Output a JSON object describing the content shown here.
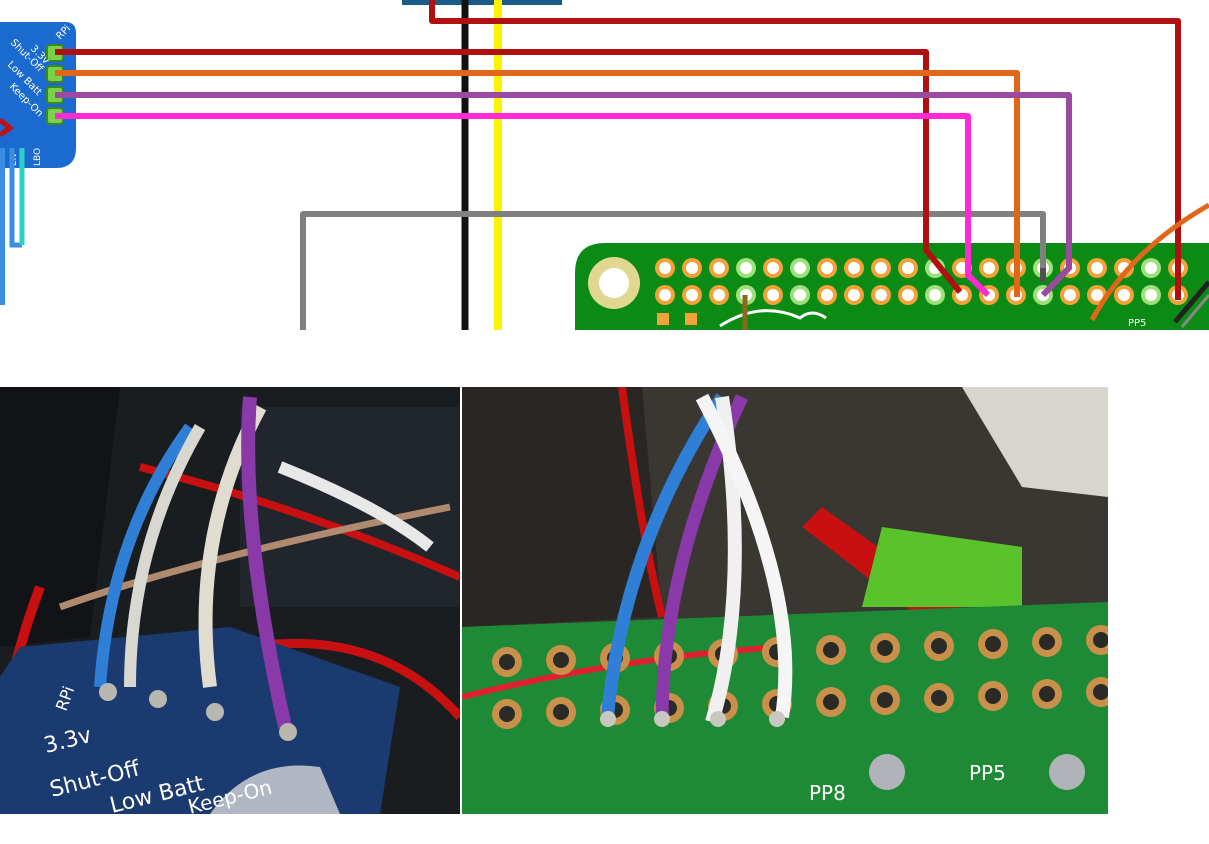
{
  "wiring_diagram": {
    "pin_labels": [
      "RPi",
      "3.3v",
      "Shut-Off",
      "Low Batt",
      "Keep-On"
    ],
    "bottom_pin_labels": [
      "EN",
      "LBO"
    ],
    "pi_label": "PP5",
    "wire_colors": {
      "power_3v3": "#c01010",
      "shut_off": "#e0661a",
      "low_batt": "#9b4aa0",
      "keep_on": "#ff2ad6",
      "ground_gray": "#808080",
      "black": "#111111",
      "yellow": "#fff200",
      "blue_lead": "#3a8de0",
      "cyan_lead": "#2ad0c8",
      "board_blue": "#1a6ad0",
      "pi_green": "#0b8a14"
    }
  },
  "photos": {
    "left": {
      "board_labels": [
        "RPi",
        "3.3v",
        "Shut-Off",
        "Low Batt",
        "Keep-On"
      ]
    },
    "right": {
      "board_labels": [
        "PP8",
        "PP5"
      ]
    }
  }
}
